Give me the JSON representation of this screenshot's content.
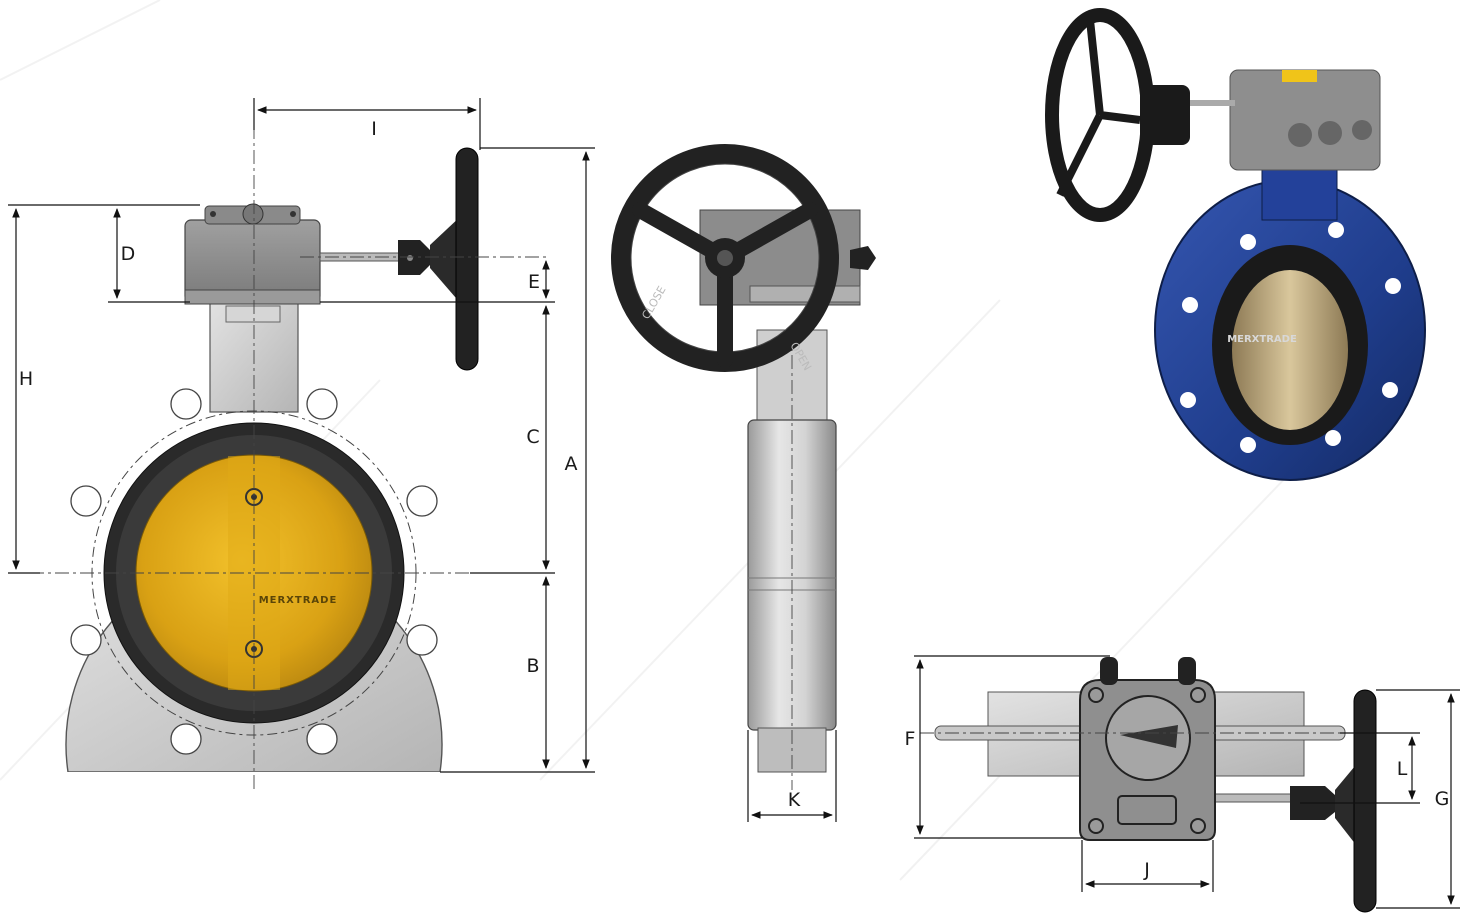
{
  "brand": "MERXTRADE",
  "dimension_labels": {
    "A": "A",
    "B": "B",
    "C": "C",
    "D": "D",
    "E": "E",
    "F": "F",
    "G": "G",
    "H": "H",
    "I": "I",
    "J": "J",
    "K": "K",
    "L": "L"
  },
  "handwheel_markings": {
    "open": "OPEN",
    "close": "CLOSE"
  },
  "colors": {
    "disc": "#e3ad17",
    "body_grey": "#c9c9c9",
    "seat_black": "#2a2a2a",
    "photo_body_blue": "#1f3d8c",
    "gearbox_grey": "#8e8e8e"
  }
}
